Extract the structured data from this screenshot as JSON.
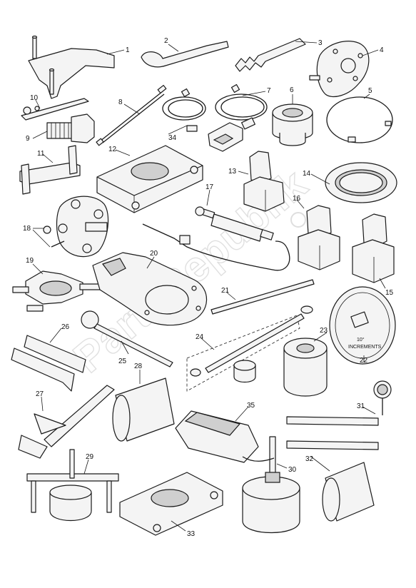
{
  "watermark": "PartsRepublik",
  "callouts": [
    "1",
    "2",
    "3",
    "4",
    "5",
    "6",
    "7",
    "8",
    "9",
    "10",
    "11",
    "12",
    "13",
    "14",
    "15",
    "16",
    "17",
    "18",
    "19",
    "20",
    "21",
    "22",
    "23",
    "24",
    "25",
    "26",
    "27",
    "28",
    "29",
    "30",
    "31",
    "32",
    "33",
    "34",
    "35"
  ],
  "gauge_text": {
    "value": "10°",
    "caption": "INCREMENTS"
  }
}
